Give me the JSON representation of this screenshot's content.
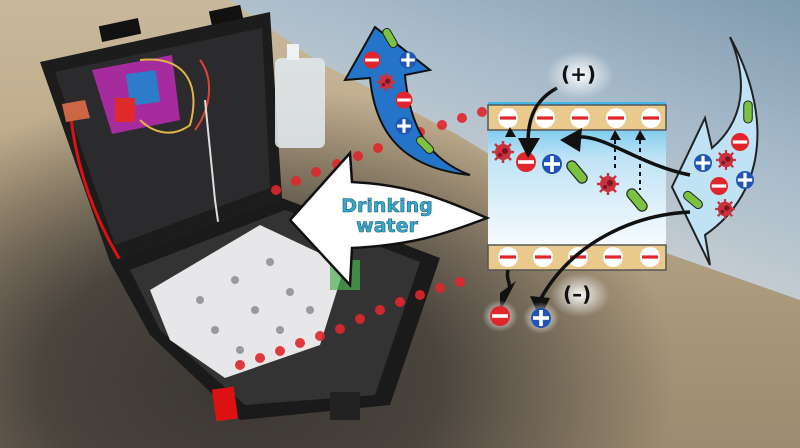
{
  "figure": {
    "type": "graphical-abstract",
    "description": "Portable electrodialysis desalination unit in an open case on a beach, with schematic of ion removal",
    "colors": {
      "sand": "#bba887",
      "water": "#a9bccb",
      "case": "#1c1c1c",
      "circuit_board": "#a62b9c",
      "dotted_line": "#e0262b",
      "channel_fill_top": "#3fb6e8",
      "channel_fill_bottom": "#ffffff",
      "membrane": "#e9c98c",
      "cation_ion": "#e0262b",
      "anion_ion": "#1f55b3",
      "bacteria": "#7cc242",
      "virus": "#c8323c",
      "waste_arrow": "#2474c9",
      "feed_arrow": "#bfe3f5",
      "product_arrow": "#ffffff",
      "product_text": "#3aa7cc"
    }
  },
  "labels": {
    "product_arrow": "Drinking water",
    "product_line1": "Drinking",
    "product_line2": "water",
    "anode": "(+)",
    "cathode": "(–)"
  },
  "schematic": {
    "top_membrane_ions": [
      "minus",
      "minus",
      "minus",
      "minus",
      "minus"
    ],
    "bottom_membrane_ions": [
      "minus",
      "minus",
      "minus",
      "minus",
      "minus"
    ],
    "channel_particles": [
      "virus",
      "cation",
      "anion",
      "bacteria",
      "virus",
      "bacteria"
    ],
    "feed_stream_particles": [
      "bacteria",
      "cation",
      "virus",
      "anion",
      "cation",
      "anion",
      "bacteria",
      "virus"
    ],
    "waste_stream_particles": [
      "bacteria",
      "cation",
      "anion",
      "virus",
      "cation",
      "anion",
      "bacteria"
    ],
    "released_ions": [
      "cation",
      "anion"
    ]
  }
}
